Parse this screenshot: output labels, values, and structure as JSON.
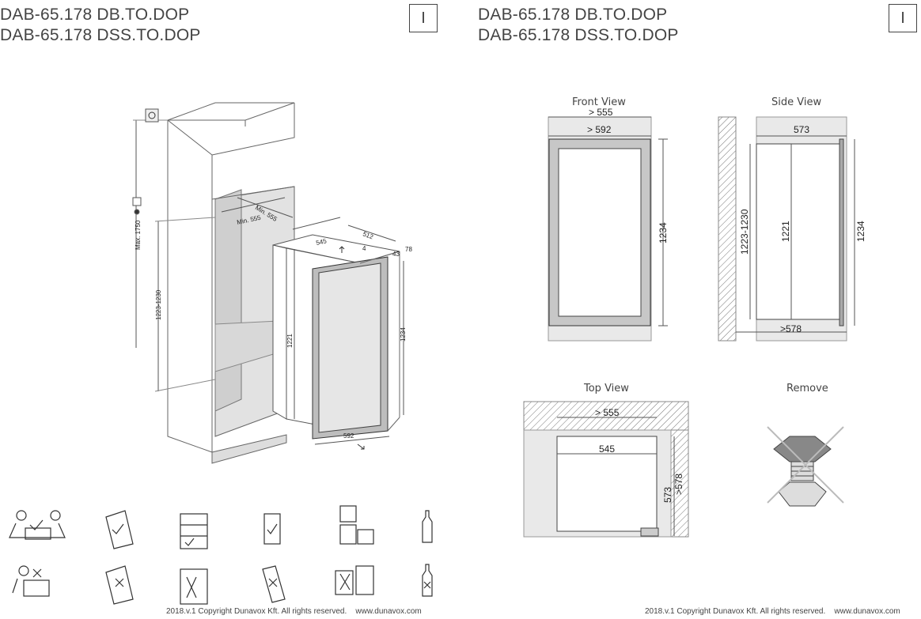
{
  "header": {
    "left": {
      "line1": "DAB-65.178 DB.TO.DOP",
      "line2": "DAB-65.178 DSS.TO.DOP",
      "page": "I"
    },
    "right": {
      "line1": "DAB-65.178 DB.TO.DOP",
      "line2": "DAB-65.178 DSS.TO.DOP",
      "page": "I"
    }
  },
  "iso": {
    "max_height": "Max. 1750",
    "niche_height": "1223-1230",
    "niche_width_min": "Min. 555",
    "niche_depth_min": "Min. 555",
    "cabinet_height": "1221",
    "unit_height": "1234",
    "unit_width_top": "545",
    "unit_depth": "512",
    "small_4": "4",
    "small_43": "43",
    "small_78": "78",
    "unit_width_bottom": "592"
  },
  "front_view": {
    "title": "Front View",
    "dim_top": "> 555",
    "dim_width": "> 592",
    "dim_height": "1234"
  },
  "side_view": {
    "title": "Side View",
    "dim_depth": "573",
    "dim_niche": "1223-1230",
    "dim_body": "1221",
    "dim_height": "1234",
    "dim_bottom": ">578"
  },
  "top_view": {
    "title": "Top View",
    "dim_niche": "> 555",
    "dim_width": "545",
    "dim_depth": "573",
    "dim_depth2": ">578"
  },
  "remove": {
    "title": "Remove"
  },
  "footer": {
    "left": {
      "copyright": "2018.v.1 Copyright Dunavox Kft. All rights reserved.",
      "url": "www.dunavox.com"
    },
    "right": {
      "copyright": "2018.v.1 Copyright Dunavox Kft. All rights reserved.",
      "url": "www.dunavox.com"
    }
  }
}
